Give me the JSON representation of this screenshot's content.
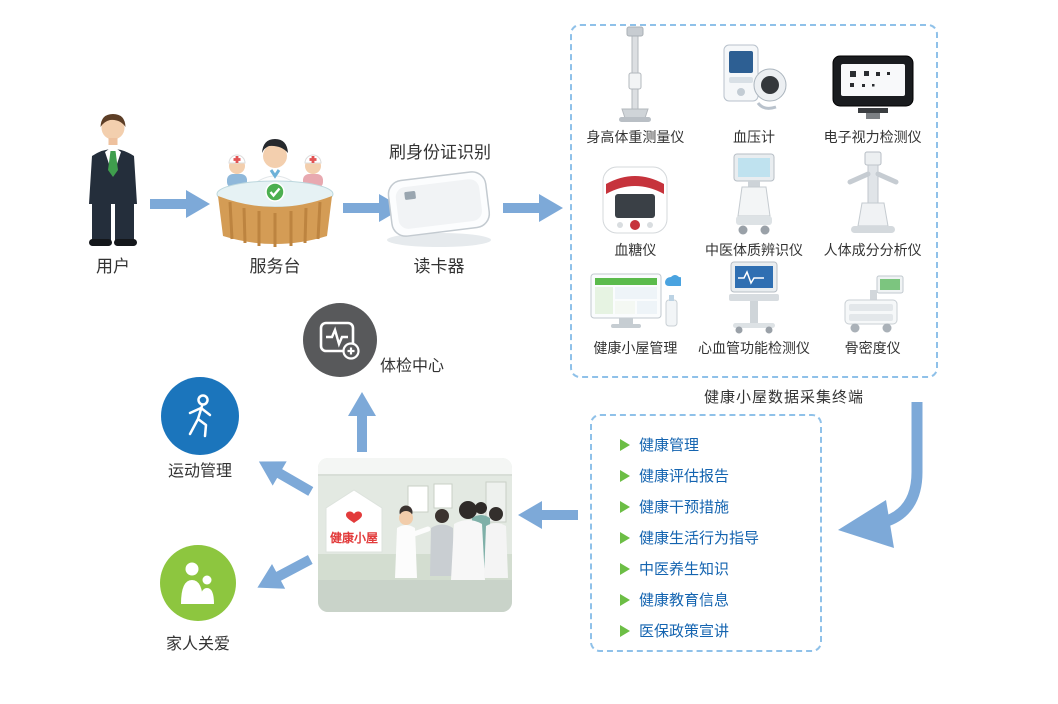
{
  "flow": {
    "user_label": "用户",
    "desk_label": "服务台",
    "reader_caption": "刷身份证识别",
    "reader_label": "读卡器"
  },
  "devices_box": {
    "caption": "健康小屋数据采集终端",
    "items": [
      {
        "label": "身高体重测量仪",
        "icon": "height-weight-scale-icon"
      },
      {
        "label": "血压计",
        "icon": "blood-pressure-monitor-icon"
      },
      {
        "label": "电子视力检测仪",
        "icon": "vision-tester-icon"
      },
      {
        "label": "血糖仪",
        "icon": "glucose-meter-icon"
      },
      {
        "label": "中医体质辨识仪",
        "icon": "tcm-constitution-device-icon"
      },
      {
        "label": "人体成分分析仪",
        "icon": "body-composition-analyzer-icon"
      },
      {
        "label": "健康小屋管理",
        "icon": "management-workstation-icon"
      },
      {
        "label": "心血管功能检测仪",
        "icon": "cardiovascular-detector-icon"
      },
      {
        "label": "骨密度仪",
        "icon": "bone-density-device-icon"
      }
    ]
  },
  "services_box": {
    "items": [
      {
        "label": "健康管理"
      },
      {
        "label": "健康评估报告"
      },
      {
        "label": "健康干预措施"
      },
      {
        "label": "健康生活行为指导"
      },
      {
        "label": "中医养生知识"
      },
      {
        "label": "健康教育信息"
      },
      {
        "label": "医保政策宣讲"
      }
    ]
  },
  "outcomes": {
    "checkup_label": "体检中心",
    "exercise_label": "运动管理",
    "family_label": "家人关爱"
  },
  "photo": {
    "sign_text": "健康小屋"
  },
  "colors": {
    "arrow_blue": "#7DA9D8",
    "dashed_border": "#8FC1E9",
    "service_text": "#1464B0",
    "bullet_green": "#6CBE45",
    "circle_blue": "#1B75BC",
    "circle_gray": "#58595B",
    "circle_green": "#8DC63F"
  }
}
